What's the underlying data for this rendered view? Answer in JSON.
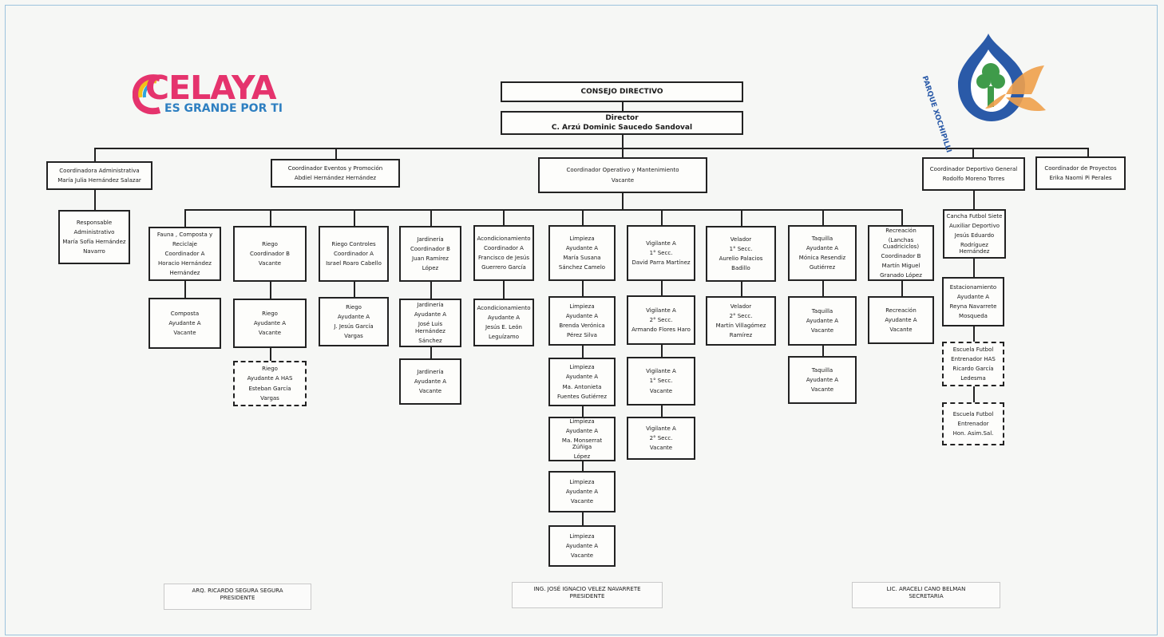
{
  "logos": {
    "celaya": {
      "word": "CELAYA",
      "tagline": "ES GRANDE POR TI",
      "colors": [
        "#e5336d",
        "#f1c21b",
        "#2ea4dc",
        "#6c3b96"
      ]
    },
    "xochipilli": {
      "text": "PARQUE XOCHIPILLI",
      "colors": {
        "drop": "#2a5aa8",
        "tree": "#3f9b4a",
        "butterfly": "#f0a04b"
      }
    }
  },
  "chart": {
    "consejo": "CONSEJO DIRECTIVO",
    "director": {
      "title": "Director",
      "name": "C. Arzú Dominic Saucedo Sandoval"
    },
    "coord_admin": [
      "Coordinadora Administrativa",
      "María Julia Hernández Salazar"
    ],
    "coord_eventos": [
      "Coordinador Eventos y Promoción",
      "Abdiel Hernández Hernández"
    ],
    "coord_operativo": [
      "Coordinador Operativo y Mantenimiento",
      "Vacante"
    ],
    "coord_deportivo": [
      "Coordinador Deportivo General",
      "Rodolfo Moreno Torres"
    ],
    "coord_proyectos": [
      "Coordinador de Proyectos",
      "Erika Naomi Pi Perales"
    ],
    "resp_admin": [
      "Responsable",
      "Administrativo",
      "María Sofía Hernández",
      "Navarro"
    ],
    "fauna": [
      "Fauna , Composta y",
      "Reciclaje",
      "Coordinador A",
      "Horacio Hernández",
      "Hernández"
    ],
    "composta": [
      "Composta",
      "Ayudante A",
      "Vacante"
    ],
    "riego1": [
      "Riego",
      "Coordinador B",
      "Vacante"
    ],
    "riego2": [
      "Riego",
      "Ayudante A",
      "Vacante"
    ],
    "riego3": [
      "Riego",
      "Ayudante A HAS",
      "Esteban García",
      "Vargas"
    ],
    "riego_ctl1": [
      "Riego Controles",
      "Coordinador A",
      "Israel Roaro Cabello"
    ],
    "riego_ctl2": [
      "Riego",
      "Ayudante A",
      "J. Jesús García",
      "Vargas"
    ],
    "jard1": [
      "Jardinería",
      "Coordinador B",
      "Juan Ramírez",
      "López"
    ],
    "jard2": [
      "Jardinería",
      "Ayudante A",
      "José Luis Hernández",
      "Sánchez"
    ],
    "jard3": [
      "Jardinería",
      "Ayudante A",
      "Vacante"
    ],
    "acond1": [
      "Acondicionamiento",
      "Coordinador A",
      "Francisco de Jesús",
      "Guerrero García"
    ],
    "acond2": [
      "Acondicionamiento",
      "Ayudante A",
      "Jesús E. León",
      "Leguízamo"
    ],
    "limp1": [
      "Limpieza",
      "Ayudante A",
      "María Susana",
      "Sánchez Camelo"
    ],
    "limp2": [
      "Limpieza",
      "Ayudante A",
      "Brenda Verónica",
      "Pérez Silva"
    ],
    "limp3": [
      "Limpieza",
      "Ayudante A",
      "Ma. Antonieta",
      "Fuentes Gutiérrez"
    ],
    "limp4": [
      "Limpieza",
      "Ayudante A",
      "Ma. Monserrat Zúñiga",
      "López"
    ],
    "limp5": [
      "Limpieza",
      "Ayudante A",
      "Vacante"
    ],
    "limp6": [
      "Limpieza",
      "Ayudante A",
      "Vacante"
    ],
    "vig1": [
      "Vigilante A",
      "1° Secc.",
      "David Parra Martínez"
    ],
    "vig2": [
      "Vigilante A",
      "2° Secc.",
      "Armando Flores Haro"
    ],
    "vig3": [
      "Vigilante A",
      "1° Secc.",
      "Vacante"
    ],
    "vig4": [
      "Vigilante A",
      "2° Secc.",
      "Vacante"
    ],
    "vel1": [
      "Velador",
      "1° Secc.",
      "Aurelio Palacios",
      "Badillo"
    ],
    "vel2": [
      "Velador",
      "2° Secc.",
      "Martín Villagómez",
      "Ramírez"
    ],
    "taq1": [
      "Taquilla",
      "Ayudante A",
      "Mónica Resendiz",
      "Gutiérrez"
    ],
    "taq2": [
      "Taquilla",
      "Ayudante A",
      "Vacante"
    ],
    "taq3": [
      "Taquilla",
      "Ayudante A",
      "Vacante"
    ],
    "recre1": [
      "Recreación",
      "(Lanchas Cuadriciclos)",
      "Coordinador B",
      "Martín Miguel",
      "Granado López"
    ],
    "recre2": [
      "Recreación",
      "Ayudante A",
      "Vacante"
    ],
    "cancha": [
      "Cancha Futbol Siete",
      "Auxiliar Deportivo",
      "Jesús Eduardo",
      "Rodríguez Hernández"
    ],
    "estac": [
      "Estacionamiento",
      "Ayudante A",
      "Reyna Navarrete",
      "Mosqueda"
    ],
    "escuela1": [
      "Escuela Futbol",
      "Entrenador HAS",
      "Ricardo García",
      "Ledesma"
    ],
    "escuela2": [
      "Escuela Futbol",
      "Entrenador",
      "Hon. Asim.Sal."
    ]
  },
  "signatures": {
    "left": {
      "name": "ARQ. RICARDO SEGURA SEGURA",
      "role": "PRESIDENTE"
    },
    "center": {
      "name": "ING. JOSÉ IGNACIO VELEZ NAVARRETE",
      "role": "PRESIDENTE"
    },
    "right": {
      "name": "LIC. ARACELI CANO BELMAN",
      "role": "SECRETARIA"
    }
  }
}
